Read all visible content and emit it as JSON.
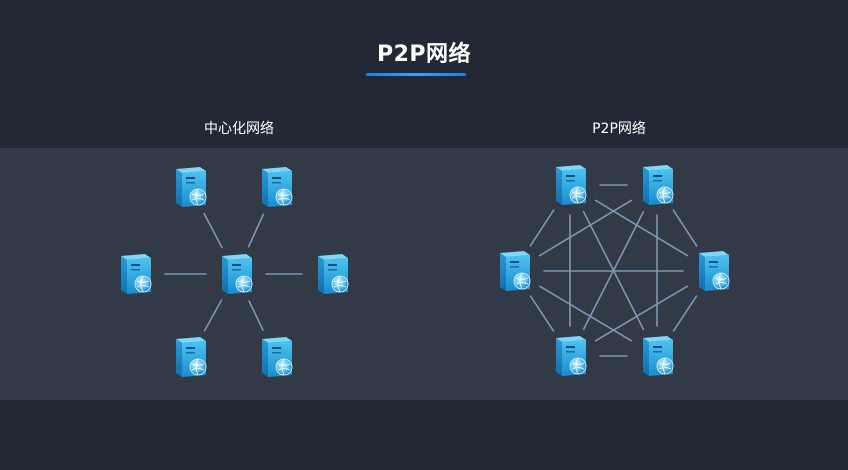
{
  "title": "P2P网络",
  "diagrams": {
    "left": {
      "label": "中心化网络",
      "node_count": 7,
      "hub_node_count": 1
    },
    "right": {
      "label": "P2P网络",
      "node_count": 6,
      "fully_connected": true
    }
  },
  "colors": {
    "background": "#222834",
    "band": "#323a47",
    "accent": "#1f7fe0",
    "server": "#2fa8e0",
    "link": "#7f96b4"
  },
  "icons": {
    "node": "server-globe-icon"
  }
}
